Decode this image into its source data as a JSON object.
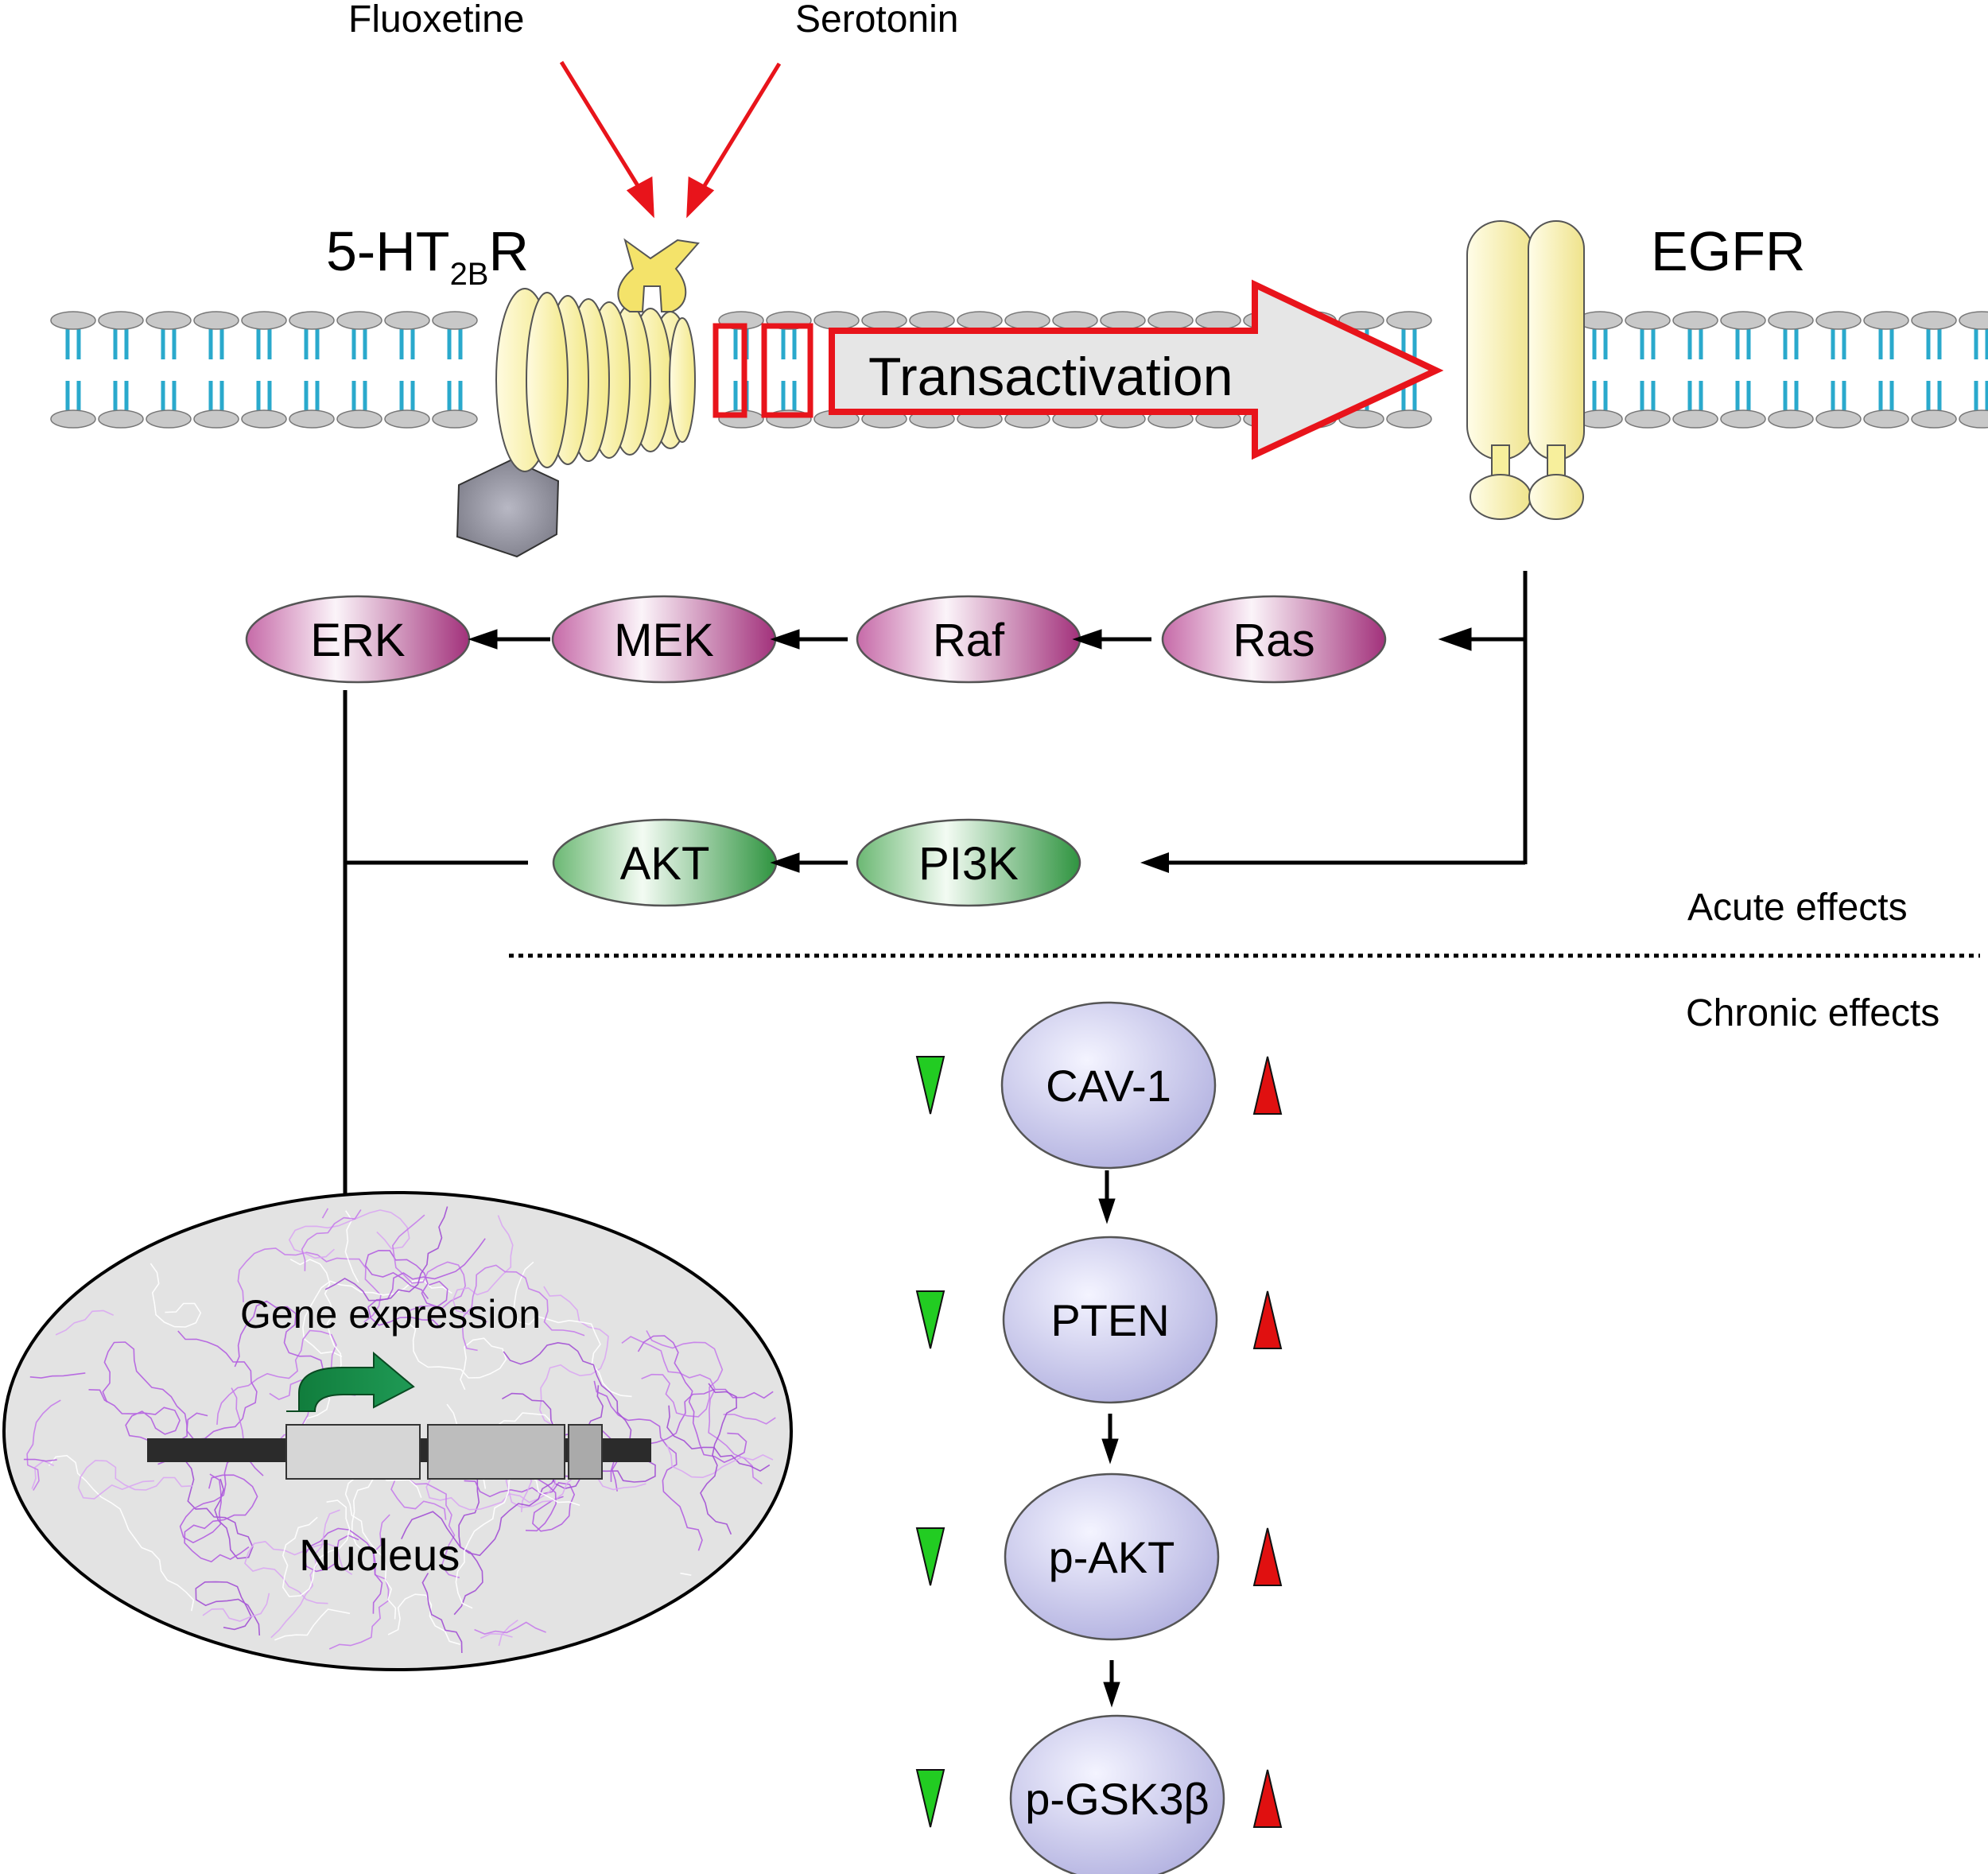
{
  "labels": {
    "fluoxetine": "Fluoxetine",
    "serotonin": "Serotonin",
    "receptor_main": "5-HT",
    "receptor_sub": "2B",
    "receptor_tail": "R",
    "egfr": "EGFR",
    "transactivation": "Transactivation",
    "acute": "Acute effects",
    "chronic": "Chronic effects",
    "gene_expression": "Gene expression",
    "nucleus": "Nucleus"
  },
  "mapk_pathway": [
    "ERK",
    "MEK",
    "Raf",
    "Ras"
  ],
  "pi3k_pathway": [
    "AKT",
    "PI3K"
  ],
  "chronic_pathway": [
    "CAV-1",
    "PTEN",
    "p-AKT",
    "p-GSK3β"
  ],
  "colors": {
    "activation_arrow": "#e8141b",
    "membrane_head": "#c8c8c8",
    "membrane_tail": "#2aa9cc",
    "receptor": "#f7ef9c",
    "mapk_node": "#a8337f",
    "pi3k_node": "#3a9a4a",
    "chronic_node": "#b9b8e8",
    "down_marker": "#22cc22",
    "up_marker": "#e01010"
  }
}
